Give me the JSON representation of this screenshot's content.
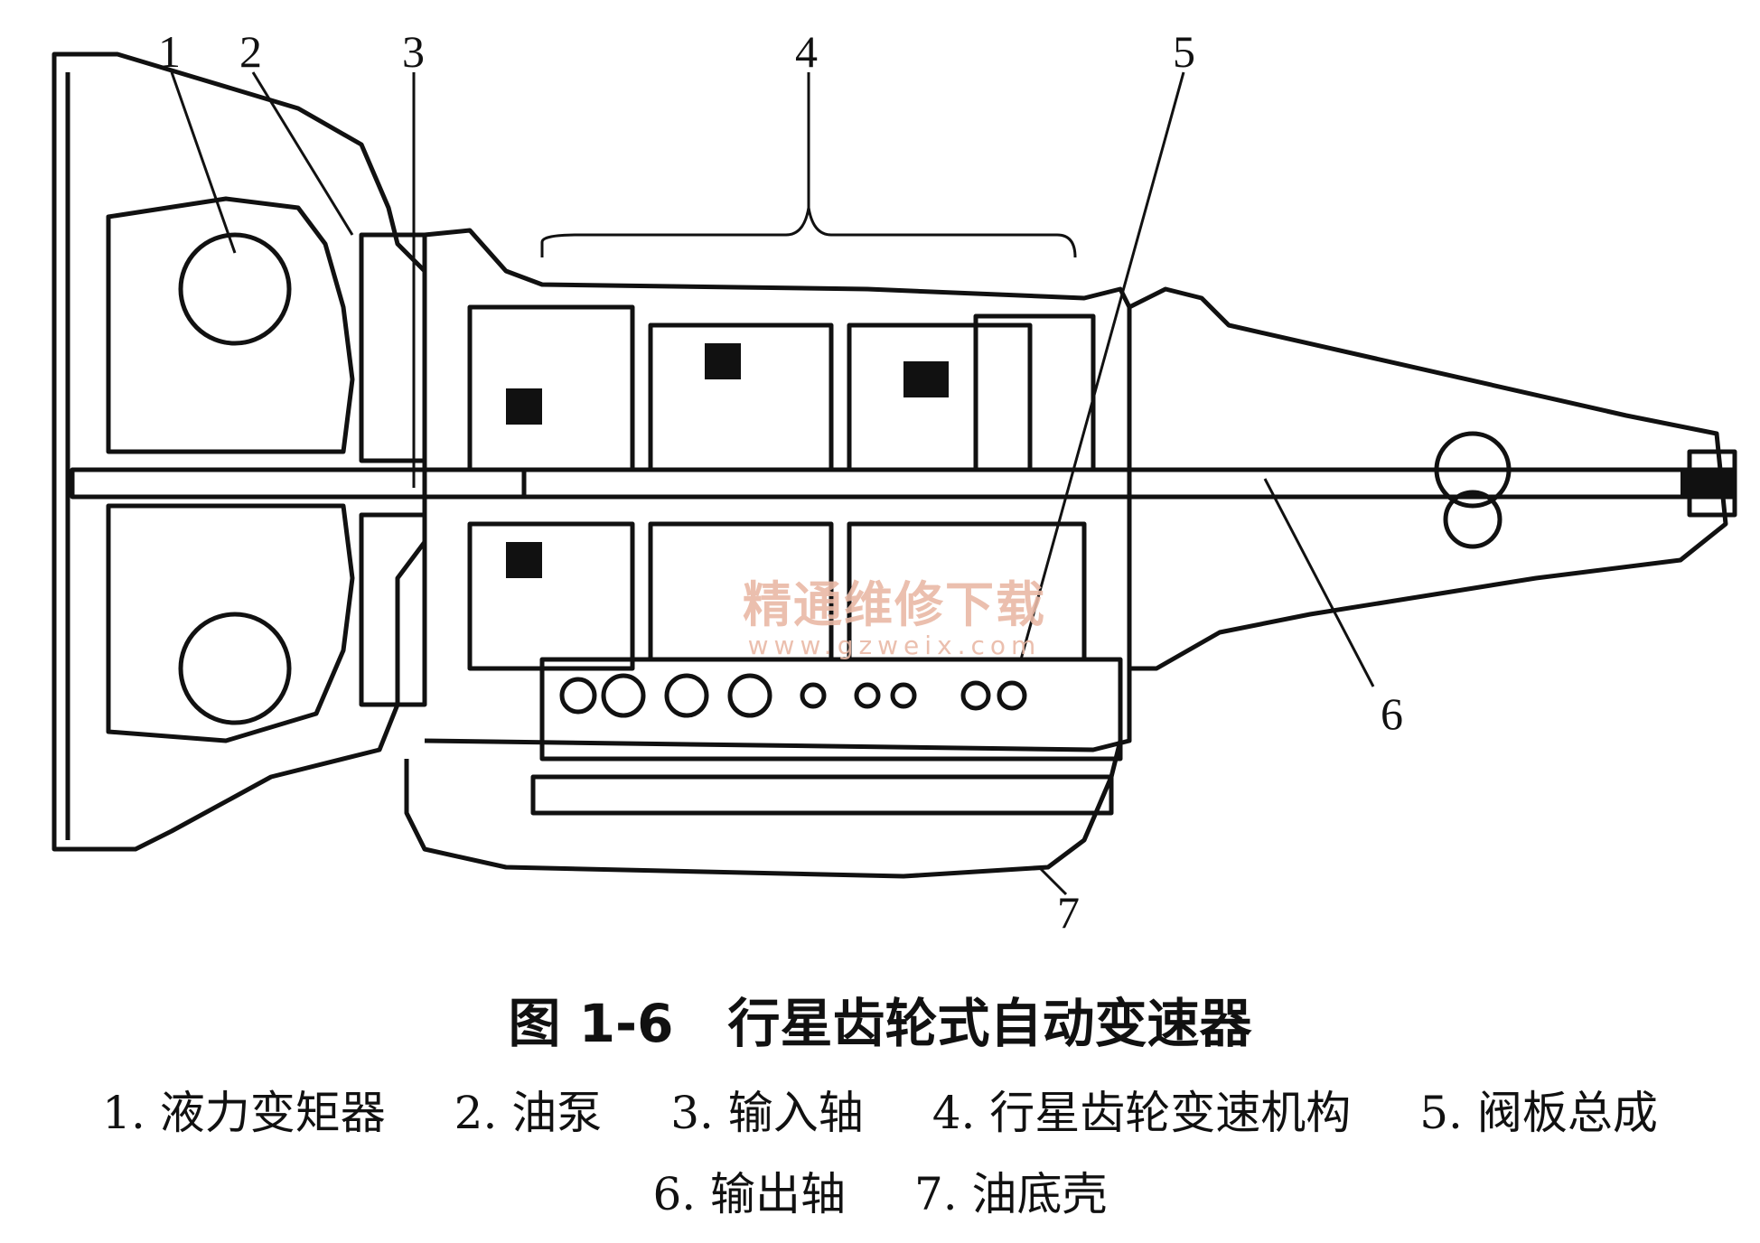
{
  "figure": {
    "callouts": [
      "1",
      "2",
      "3",
      "4",
      "5",
      "6",
      "7"
    ],
    "watermark": {
      "text": "精通维修下载",
      "url": "www.gzweix.com"
    }
  },
  "caption": {
    "figure_label": "图 1-6",
    "title": "行星齿轮式自动变速器"
  },
  "legend": {
    "row1": [
      "1. 液力变矩器",
      "2. 油泵",
      "3. 输入轴",
      "4. 行星齿轮变速机构",
      "5. 阀板总成"
    ],
    "row2": [
      "6. 输出轴",
      "7. 油底壳"
    ]
  }
}
